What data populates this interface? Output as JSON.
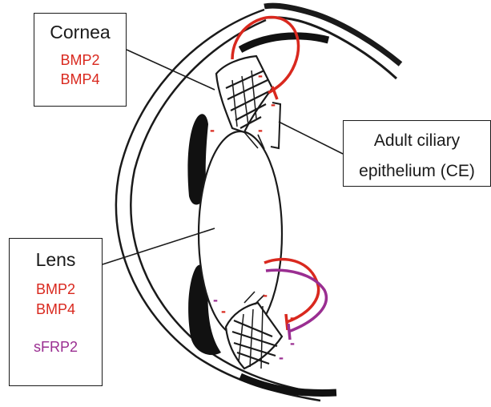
{
  "labels": {
    "cornea": {
      "title": "Cornea",
      "genes": [
        "BMP2",
        "BMP4"
      ]
    },
    "lens": {
      "title": "Lens",
      "genes": [
        "BMP2",
        "BMP4",
        "sFRP2"
      ]
    },
    "ciliary": {
      "title_line1": "Adult ciliary",
      "title_line2": "epithelium (CE)"
    }
  },
  "signal_marks": {
    "inhibition_symbol": "-"
  },
  "colors": {
    "bmp": "#d9281e",
    "sfrp2": "#9a2e91",
    "outline": "#1a1a1a"
  }
}
